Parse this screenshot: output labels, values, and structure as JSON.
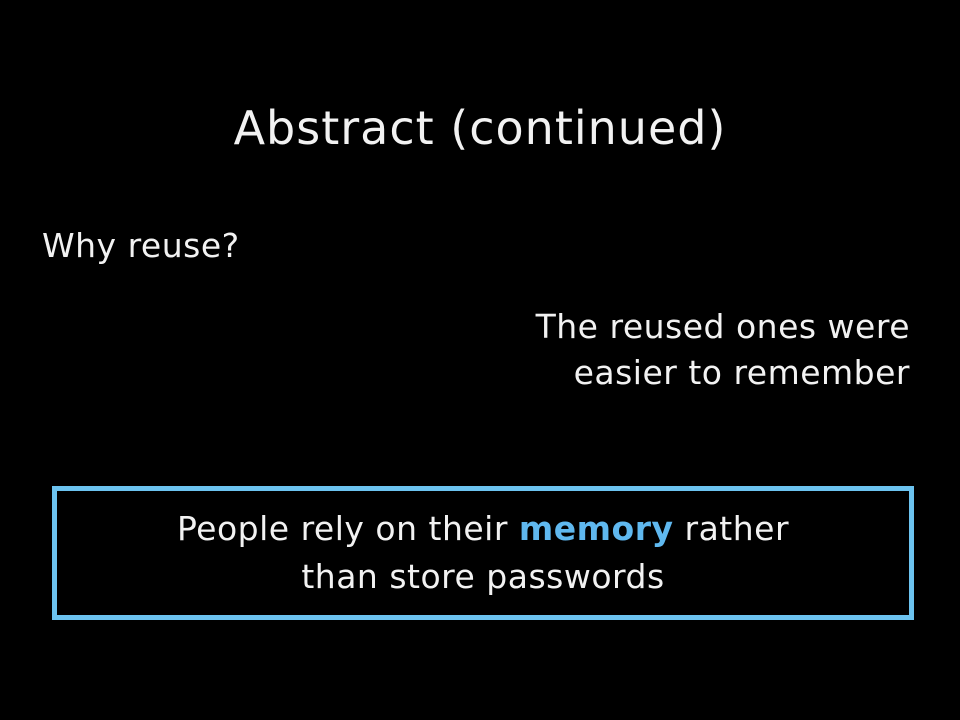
{
  "slide": {
    "title": "Abstract (continued)",
    "question": "Why reuse?",
    "answer": {
      "line1": "The reused ones were",
      "line2": "easier to remember"
    },
    "callout": {
      "line1_before": "People rely on their ",
      "line1_highlight": "memory",
      "line1_after": " rather",
      "line2": "than store passwords",
      "border_color": "#6cc3f0",
      "highlight_color": "#5fb8ef"
    },
    "background_color": "#000000",
    "text_color": "#f2f2f2"
  }
}
